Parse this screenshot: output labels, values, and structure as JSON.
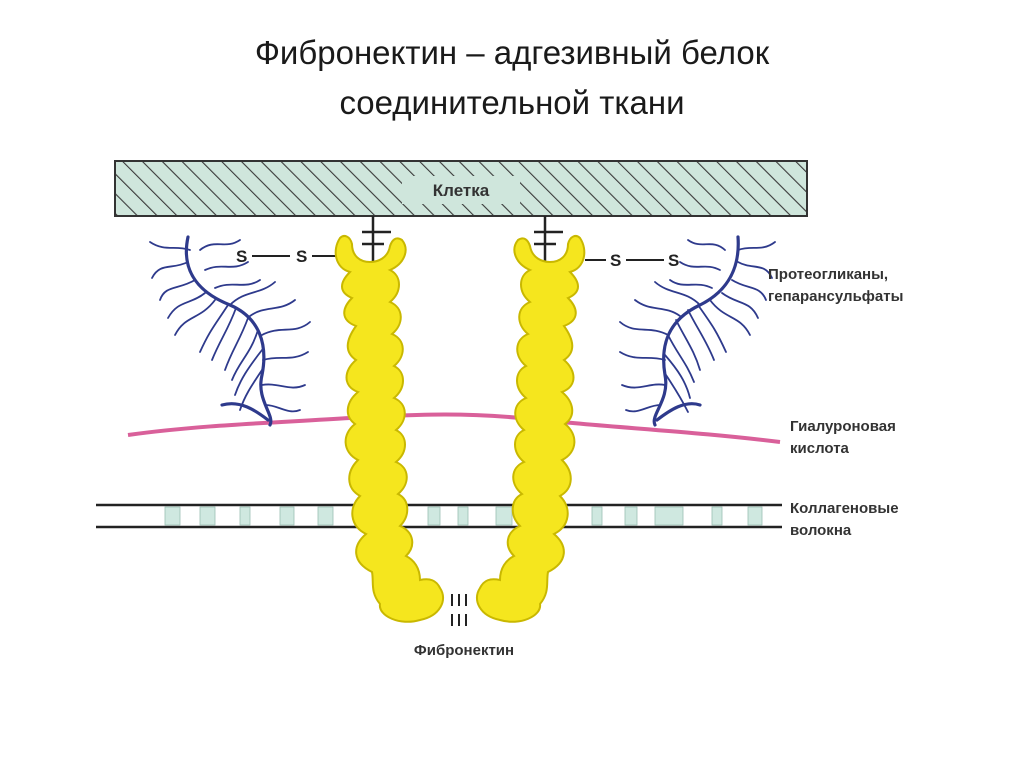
{
  "title": {
    "line1": "Фибронектин – адгезивный белок",
    "line2": "соединительной ткани"
  },
  "diagram": {
    "cell_label": "Клетка",
    "disulfide_left_s1": "S",
    "disulfide_left_s2": "S",
    "disulfide_right_s1": "S",
    "disulfide_right_s2": "S",
    "proteoglycans_line1": "Протеогликаны,",
    "proteoglycans_line2": "гепарансульфаты",
    "hyaluronic_line1": "Гиалуроновая",
    "hyaluronic_line2": "кислота",
    "collagen_line1": "Коллагеновые",
    "collagen_line2": "волокна",
    "fibronectin_label": "Фибронектин",
    "colors": {
      "protein_fill": "#f5e61e",
      "protein_stroke": "#c9b800",
      "proteoglycan": "#2e3a8c",
      "hyaluronic": "#d9609a",
      "collagen_band": "#cfe8e0",
      "cell_fill": "#cfe6dc"
    }
  }
}
